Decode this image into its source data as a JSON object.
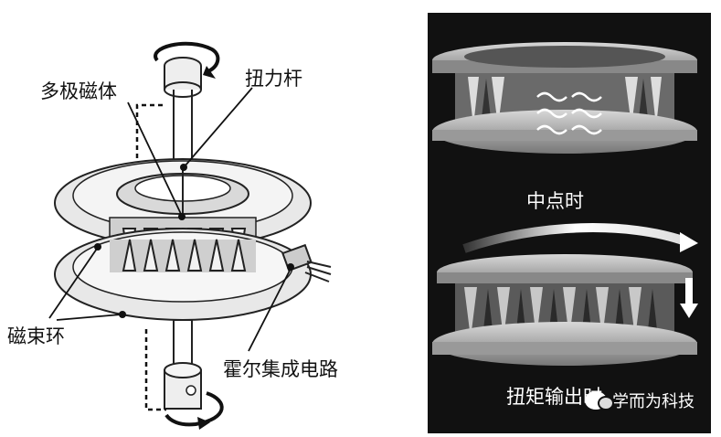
{
  "left_labels": {
    "multipole_magnet": "多极磁体",
    "torsion_bar": "扭力杆",
    "flux_ring": "磁束环",
    "hall_ic": "霍尔集成电路"
  },
  "right_labels": {
    "neutral": "中点时",
    "torque_output": "扭矩输出时"
  },
  "watermark": "学而为科技"
}
